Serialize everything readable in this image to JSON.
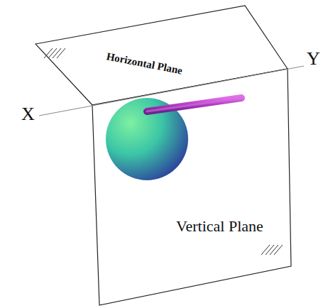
{
  "diagram": {
    "labels": [
      "X",
      "Y",
      "Horizontal Plane",
      "Vertical Plane"
    ]
  }
}
